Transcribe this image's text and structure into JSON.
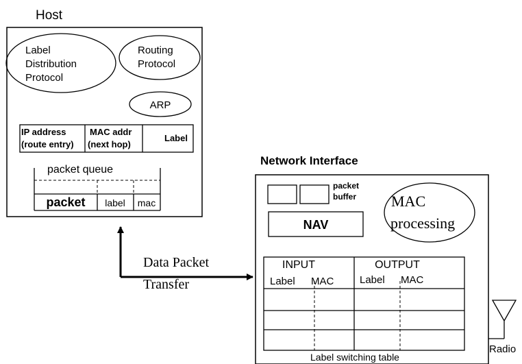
{
  "host": {
    "title": "Host",
    "protocols": {
      "ldp": [
        "Label",
        "Distribution",
        "Protocol"
      ],
      "routing": [
        "Routing",
        "Protocol"
      ],
      "arp": "ARP"
    },
    "table": {
      "col1": [
        "IP address",
        "(route entry)"
      ],
      "col2": [
        "MAC addr",
        "(next hop)"
      ],
      "col3": "Label"
    },
    "queue": {
      "title": "packet queue",
      "packet": "packet",
      "label": "label",
      "mac": "mac"
    }
  },
  "transfer": [
    "Data Packet",
    "Transfer"
  ],
  "nic": {
    "title": "Network Interface",
    "buffer": [
      "packet",
      "buffer"
    ],
    "nav": "NAV",
    "mac_processing": [
      "MAC",
      "processing"
    ],
    "switch_table": {
      "input": "INPUT",
      "output": "OUTPUT",
      "input_cols": [
        "Label",
        "MAC"
      ],
      "output_cols": [
        "Label",
        "MAC"
      ],
      "caption": "Label switching table"
    }
  },
  "radio": "Radio"
}
